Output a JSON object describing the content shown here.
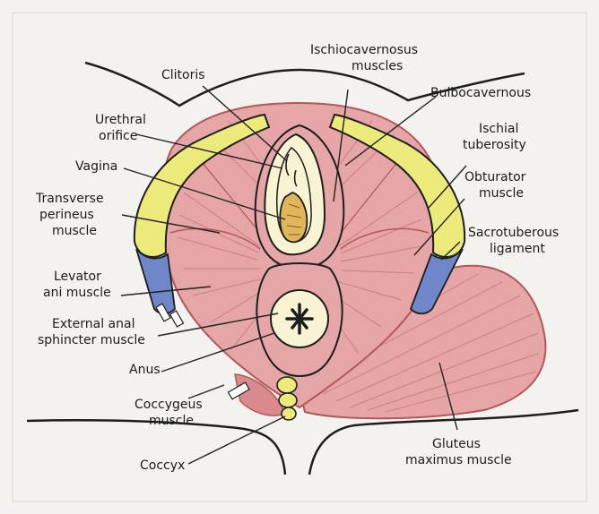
{
  "diagram": {
    "labels": {
      "clitoris": [
        "Clitoris"
      ],
      "ischiocavernosus": [
        "Ischiocavernosus",
        "muscles"
      ],
      "bulbocavernous": [
        "Bulbocavernous"
      ],
      "urethral_orifice": [
        "Urethral",
        "orifice"
      ],
      "ischial_tuberosity": [
        "Ischial",
        "tuberosity"
      ],
      "vagina": [
        "Vagina"
      ],
      "obturator": [
        "Obturator",
        "muscle"
      ],
      "transverse_perineus": [
        "Transverse",
        "perineus",
        "muscle"
      ],
      "sacrotuberous": [
        "Sacrotuberous",
        "ligament"
      ],
      "levator_ani": [
        "Levator",
        "ani muscle"
      ],
      "external_anal_sphincter": [
        "External anal",
        "sphincter muscle"
      ],
      "anus": [
        "Anus"
      ],
      "coccygeus": [
        "Coccygeus",
        "muscle"
      ],
      "coccyx": [
        "Coccyx"
      ],
      "gluteus_maximus": [
        "Gluteus",
        "maximus muscle"
      ]
    },
    "colors": {
      "background": "#f3f2ef",
      "muscle": "#e6a5a6",
      "muscle_dark": "#c97072",
      "bone": "#ecea7a",
      "ligament": "#6f86c9",
      "vestibule": "#f7f3d3",
      "vaginal_wall": "#dfb65a",
      "outline": "#1e1e1e"
    }
  }
}
